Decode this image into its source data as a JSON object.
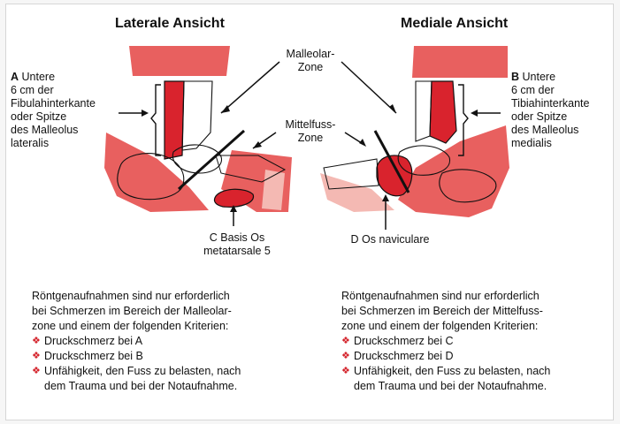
{
  "headings": {
    "lateral": "Laterale Ansicht",
    "medial": "Mediale Ansicht"
  },
  "labels": {
    "a_letter": "A",
    "a_line1": "Untere",
    "a_line2": "6 cm der",
    "a_line3": "Fibulahinterkante",
    "a_line4": "oder Spitze",
    "a_line5": "des Malleolus",
    "a_line6": "lateralis",
    "b_letter": "B",
    "b_line1": "Untere",
    "b_line2": "6 cm der",
    "b_line3": "Tibiahinterkante",
    "b_line4": "oder Spitze",
    "b_line5": "des Malleolus",
    "b_line6": "medialis",
    "malleolar_line1": "Malleolar-",
    "malleolar_line2": "Zone",
    "midfoot_line1": "Mittelfuss-",
    "midfoot_line2": "Zone",
    "c_line1": "C Basis Os",
    "c_line2": "metatarsale 5",
    "d_line1": "D Os naviculare"
  },
  "criteria_left": {
    "line1": "Röntgenaufnahmen sind nur erforderlich",
    "line2": "bei Schmerzen im Bereich der Malleolar-",
    "line3": "zone und einem der folgenden Kriterien:",
    "items": [
      {
        "line1": "Druckschmerz bei A",
        "line2": ""
      },
      {
        "line1": "Druckschmerz bei B",
        "line2": ""
      },
      {
        "line1": "Unfähigkeit, den Fuss zu belasten, nach",
        "line2": "dem Trauma und bei der Notaufnahme."
      }
    ]
  },
  "criteria_right": {
    "line1": "Röntgenaufnahmen sind nur erforderlich",
    "line2": "bei Schmerzen im Bereich der Mittelfuss-",
    "line3": "zone und einem der folgenden Kriterien:",
    "items": [
      {
        "line1": "Druckschmerz bei C",
        "line2": ""
      },
      {
        "line1": "Druckschmerz bei D",
        "line2": ""
      },
      {
        "line1": "Unfähigkeit, den Fuss zu belasten, nach",
        "line2": "dem Trauma und bei der Notaufnahme."
      }
    ]
  },
  "bullet_glyph": "❖",
  "colors": {
    "zone_red": "#e8605f",
    "zone_light": "#f4b9b3",
    "marker_red": "#d9232d",
    "bullet_red": "#d4232b",
    "outline": "#111111"
  }
}
